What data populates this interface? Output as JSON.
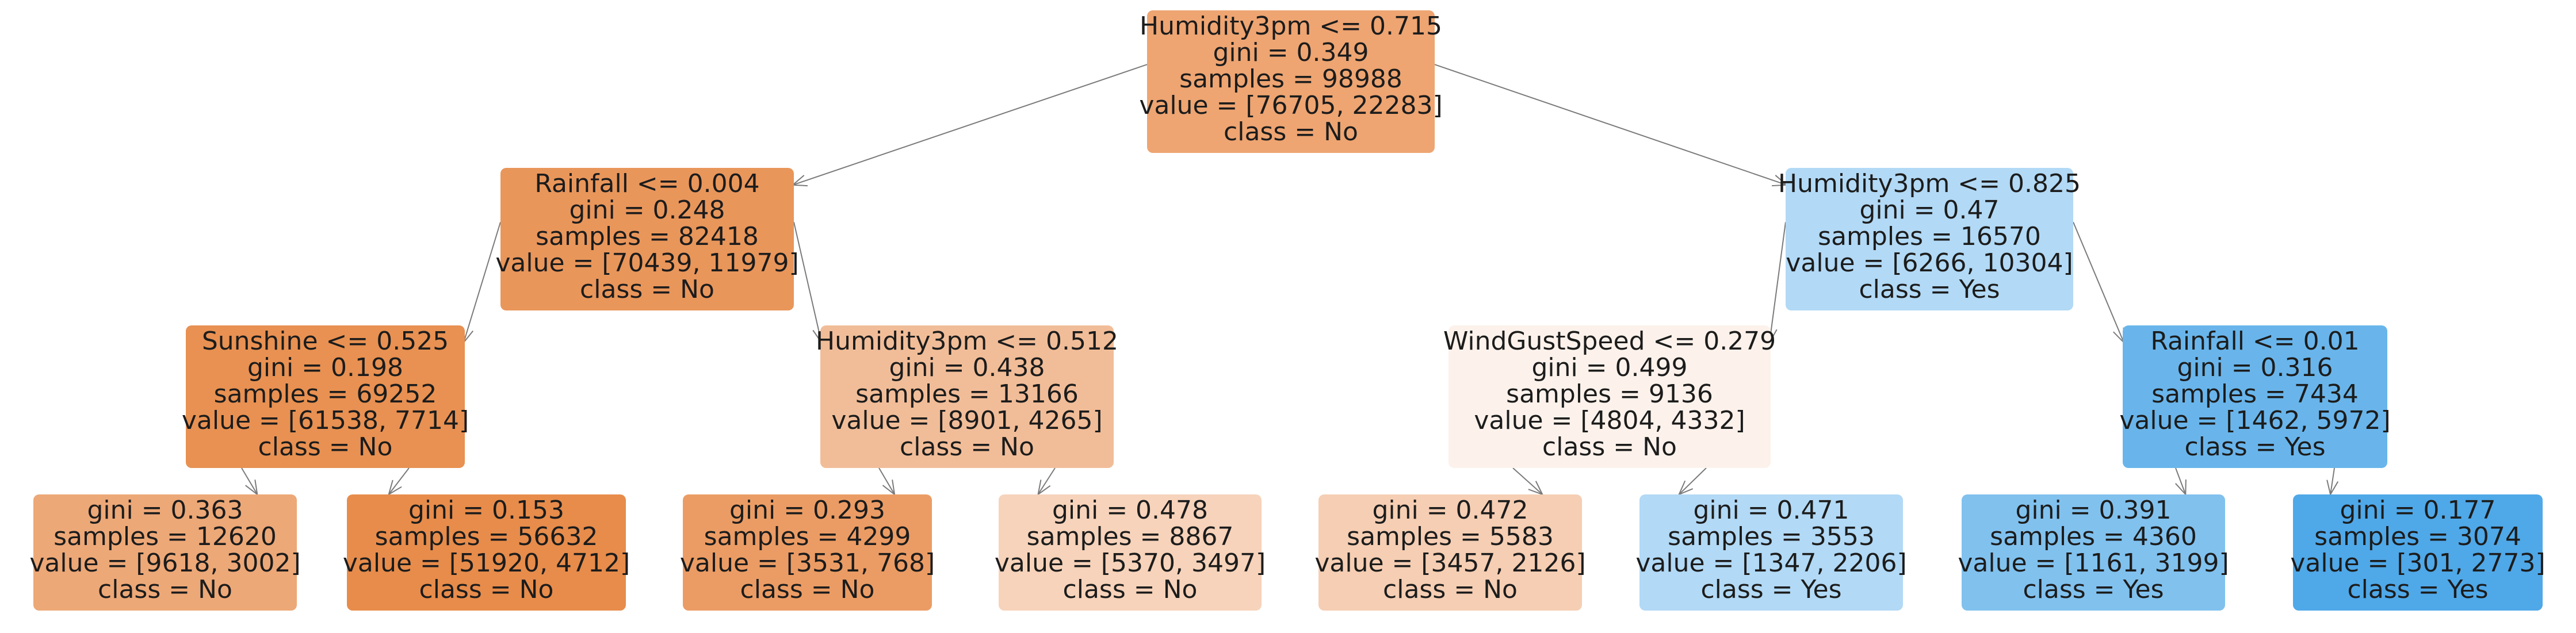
{
  "tree": {
    "nodes": [
      {
        "id": "n0",
        "lines": [
          "Humidity3pm <= 0.715",
          "gini = 0.349",
          "samples = 98988",
          "value = [76705, 22283]",
          "class = No"
        ],
        "fill": "#eea572"
      },
      {
        "id": "n1",
        "lines": [
          "Rainfall <= 0.004",
          "gini = 0.248",
          "samples = 82418",
          "value = [70439, 11979]",
          "class = No"
        ],
        "fill": "#e9965b"
      },
      {
        "id": "n2",
        "lines": [
          "Humidity3pm <= 0.825",
          "gini = 0.47",
          "samples = 16570",
          "value = [6266, 10304]",
          "class = Yes"
        ],
        "fill": "#b2d9f5"
      },
      {
        "id": "n3",
        "lines": [
          "Sunshine <= 0.525",
          "gini = 0.198",
          "samples = 69252",
          "value = [61538, 7714]",
          "class = No"
        ],
        "fill": "#e89152"
      },
      {
        "id": "n4",
        "lines": [
          "Humidity3pm <= 0.512",
          "gini = 0.438",
          "samples = 13166",
          "value = [8901, 4265]",
          "class = No"
        ],
        "fill": "#f1bd98"
      },
      {
        "id": "n5",
        "lines": [
          "WindGustSpeed <= 0.279",
          "gini = 0.499",
          "samples = 9136",
          "value = [4804, 4332]",
          "class = No"
        ],
        "fill": "#fcf2eb"
      },
      {
        "id": "n6",
        "lines": [
          "Rainfall <= 0.01",
          "gini = 0.316",
          "samples = 7434",
          "value = [1462, 5972]",
          "class = Yes"
        ],
        "fill": "#69b5eb"
      },
      {
        "id": "n7",
        "lines": [
          "gini = 0.363",
          "samples = 12620",
          "value = [9618, 3002]",
          "class = No"
        ],
        "fill": "#eda877"
      },
      {
        "id": "n8",
        "lines": [
          "gini = 0.153",
          "samples = 56632",
          "value = [51920, 4712]",
          "class = No"
        ],
        "fill": "#e78c4b"
      },
      {
        "id": "n9",
        "lines": [
          "gini = 0.293",
          "samples = 4299",
          "value = [3531, 768]",
          "class = No"
        ],
        "fill": "#eb9c64"
      },
      {
        "id": "n10",
        "lines": [
          "gini = 0.478",
          "samples = 8867",
          "value = [5370, 3497]",
          "class = No"
        ],
        "fill": "#f6d3ba"
      },
      {
        "id": "n11",
        "lines": [
          "gini = 0.472",
          "samples = 5583",
          "value = [3457, 2126]",
          "class = No"
        ],
        "fill": "#f5ceb3"
      },
      {
        "id": "n12",
        "lines": [
          "gini = 0.471",
          "samples = 3553",
          "value = [1347, 2206]",
          "class = Yes"
        ],
        "fill": "#b2d9f5"
      },
      {
        "id": "n13",
        "lines": [
          "gini = 0.391",
          "samples = 4360",
          "value = [1161, 3199]",
          "class = Yes"
        ],
        "fill": "#81c1ee"
      },
      {
        "id": "n14",
        "lines": [
          "gini = 0.177",
          "samples = 3074",
          "value = [301, 2773]",
          "class = Yes"
        ],
        "fill": "#4fa8e8"
      }
    ],
    "edges": [
      [
        "n0",
        "n1"
      ],
      [
        "n0",
        "n2"
      ],
      [
        "n1",
        "n3"
      ],
      [
        "n1",
        "n4"
      ],
      [
        "n2",
        "n5"
      ],
      [
        "n2",
        "n6"
      ],
      [
        "n3",
        "n7"
      ],
      [
        "n3",
        "n8"
      ],
      [
        "n4",
        "n9"
      ],
      [
        "n4",
        "n10"
      ],
      [
        "n5",
        "n11"
      ],
      [
        "n5",
        "n12"
      ],
      [
        "n6",
        "n13"
      ],
      [
        "n6",
        "n14"
      ]
    ]
  }
}
